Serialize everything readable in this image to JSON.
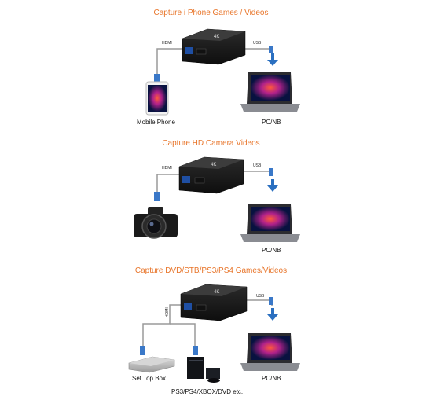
{
  "accent_color": "#e8752a",
  "sections": [
    {
      "title": "Capture i Phone Games / Videos",
      "cable_left": "HDMI",
      "cable_right": "USB",
      "device_label": "4K",
      "source_labels": [
        "Mobile Phone"
      ],
      "target_label": "PC/NB"
    },
    {
      "title": "Capture HD Camera Videos",
      "cable_left": "HDMI",
      "cable_right": "USB",
      "device_label": "4K",
      "source_labels": [],
      "target_label": "PC/NB"
    },
    {
      "title": "Capture DVD/STB/PS3/PS4 Games/Videos",
      "cable_left": "HDMI",
      "cable_right": "USB",
      "device_label": "4K",
      "source_labels": [
        "Set Top Box",
        "PS3/PS4/XBOX/DVD etc."
      ],
      "target_label": "PC/NB"
    }
  ],
  "icons": {
    "capture_device": "capture-box-icon",
    "phone": "smartphone-icon",
    "camera": "dslr-camera-icon",
    "set_top_box": "set-top-box-icon",
    "console": "game-console-icon",
    "laptop": "laptop-icon",
    "arrow": "down-arrow-icon"
  }
}
